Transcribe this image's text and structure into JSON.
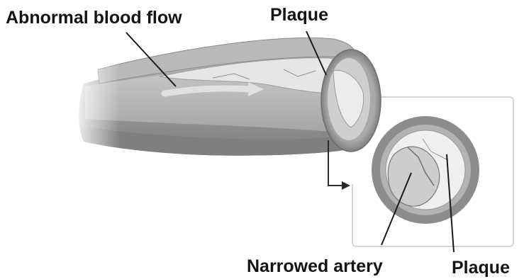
{
  "labels": {
    "abnormal_blood_flow": "Abnormal blood flow",
    "plaque_top": "Plaque",
    "narrowed_artery": "Narrowed artery",
    "plaque_bottom": "Plaque"
  },
  "colors": {
    "vessel_outer": "#8f8f8f",
    "vessel_inner": "#b5b5b5",
    "plaque": "#e6e6e6",
    "text": "#141414",
    "pointer_line": "#1a1a1a",
    "inset_frame": "#c8c8c8"
  }
}
